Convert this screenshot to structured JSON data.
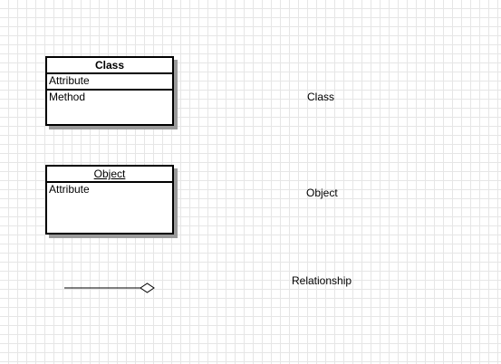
{
  "class_box": {
    "title": "Class",
    "attribute": "Attribute",
    "method": "Method"
  },
  "object_box": {
    "title": "Object",
    "attribute": "Attribute"
  },
  "labels": {
    "class": "Class",
    "object": "Object",
    "relationship": "Relationship"
  },
  "colors": {
    "grid": "#e6e6e6",
    "stroke": "#000000",
    "shadow": "#9a9a9a",
    "background": "#ffffff"
  },
  "icons": {
    "relationship": "aggregation-diamond-connector"
  }
}
